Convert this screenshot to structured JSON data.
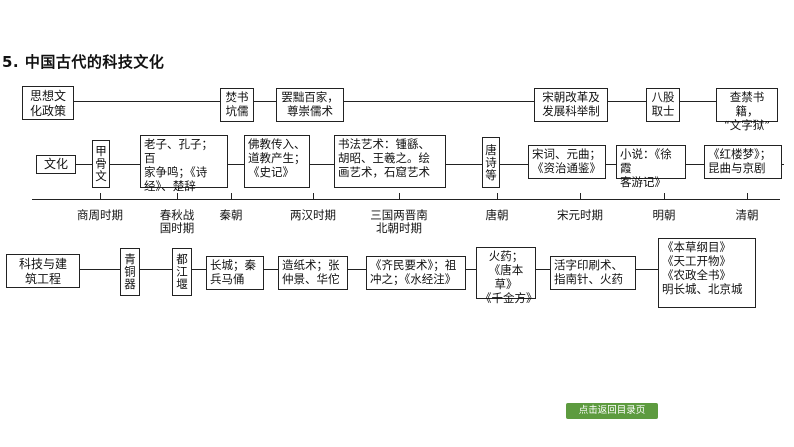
{
  "title": "5. 中国古代的科技文化",
  "rows": {
    "policy": "思想文\n化政策",
    "culture": "文化",
    "science": "科技与建\n筑工程"
  },
  "policy_items": [
    "焚书\n坑儒",
    "罢黜百家，\n尊崇儒术",
    "宋朝改革及\n发展科举制",
    "八股\n取士",
    "查禁书籍，\n“文字狱”"
  ],
  "culture_items": [
    "甲骨文",
    "老子、孔子；百\n家争鸣；《诗\n经》、楚辞",
    "佛教传入、\n道教产生；\n《史记》",
    "书法艺术：锺繇、\n胡昭、王羲之。绘\n画艺术，石窟艺术",
    "唐诗等",
    "宋词、元曲；\n《资治通鉴》",
    "小说：《徐霞\n客游记》",
    "《红楼梦》；\n昆曲与京剧"
  ],
  "periods": [
    "商周时期",
    "春秋战\n国时期",
    "秦朝",
    "两汉时期",
    "三国两晋南\n北朝时期",
    "唐朝",
    "宋元时期",
    "明朝",
    "清朝"
  ],
  "science_items": [
    "青铜器",
    "都江堰",
    "长城；秦\n兵马俑",
    "造纸术；张\n仲景、华佗",
    "《齐民要术》；祖\n冲之；《水经注》",
    "火药；\n《唐本草》\n《千金方》",
    "活字印刷术、\n指南针、火药",
    "《本草纲目》\n《天工开物》\n《农政全书》\n明长城、北京城"
  ],
  "nav_button": "点击返回目录页"
}
